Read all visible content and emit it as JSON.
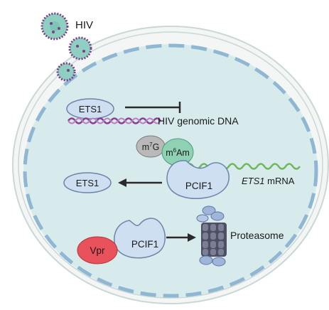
{
  "labels": {
    "virus": "HIV",
    "ets1_top": "ETS1",
    "hiv_dna": "HIV genomic DNA",
    "m7g": "G",
    "m7g_superscript": "7",
    "m7g_prefix": "m",
    "m6am": "Am",
    "m6am_superscript": "6",
    "m6am_prefix": "m",
    "ets1_mid": "ETS1",
    "pcif1_mid": "PCIF1",
    "mrna_italic": "ETS1",
    "mrna_rest": "mRNA",
    "vpr": "Vpr",
    "pcif1_bottom": "PCIF1",
    "proteasome": "Proteasome"
  },
  "colors": {
    "cell_fill": "#d8ebec",
    "cell_outline": "#c9d8d6",
    "nucleus_dash": "#8fb7d3",
    "protein_fill": "#cfdff2",
    "protein_stroke": "#6b84a8",
    "dna_purple": "#8a3f93",
    "mrna_green": "#6cb85a",
    "m6am_fill": "#8ed1b3",
    "m7g_fill": "#b9b9b9",
    "vpr_fill": "#e9525a",
    "virus_fill": "#8fcfc2",
    "virus_spikes": "#7b3f8a"
  },
  "icons": [
    "virus-icon",
    "proteasome-icon",
    "inhibition-arrow-icon",
    "arrow-icon"
  ]
}
